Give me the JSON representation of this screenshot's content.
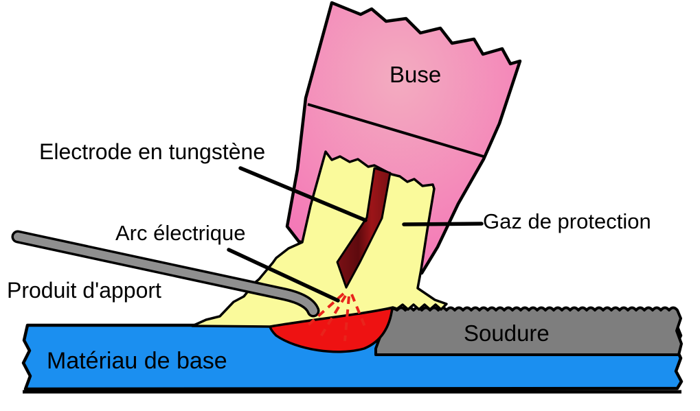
{
  "diagram": {
    "labels": {
      "nozzle": "Buse",
      "electrode": "Electrode en tungstène",
      "arc": "Arc électrique",
      "filler_rod": "Produit d'apport",
      "shielding_gas": "Gaz de protection",
      "weld": "Soudure",
      "base_material": "Matériau de base"
    },
    "colors": {
      "nozzle_pink": "#F46FB5",
      "nozzle_pink_light": "#F3ACC0",
      "gas_yellow": "#FAFA9B",
      "electrode_dark": "#5E0A0E",
      "electrode_mid": "#7B1015",
      "electrode_light": "#9C1518",
      "arc_red": "#E8241C",
      "molten_pool_red": "#EE1212",
      "weld_gray": "#7E7E7E",
      "filler_rod_gray": "#8F8F8F",
      "base_blue": "#1B8FF0",
      "outline": "#000000"
    }
  }
}
